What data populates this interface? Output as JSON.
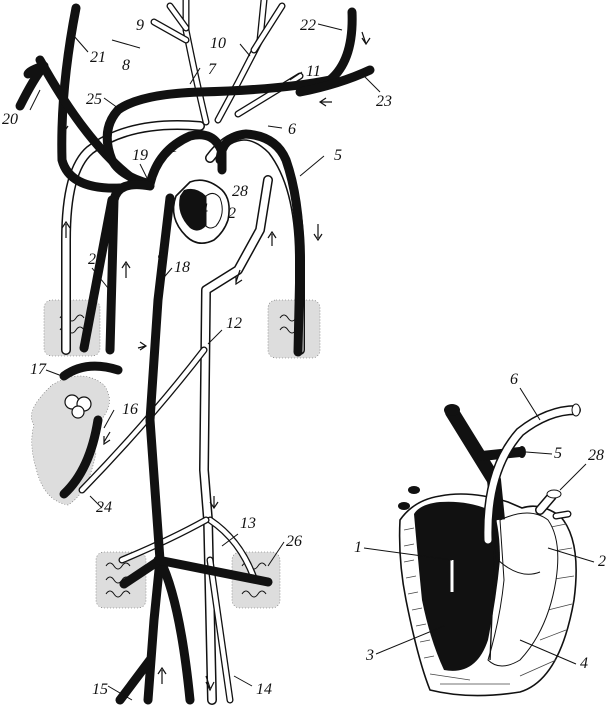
{
  "figure": {
    "labels": [
      {
        "id": "1",
        "text": "1"
      },
      {
        "id": "2",
        "text": "2"
      },
      {
        "id": "3",
        "text": "3"
      },
      {
        "id": "4",
        "text": "4"
      },
      {
        "id": "5",
        "text": "5"
      },
      {
        "id": "6",
        "text": "6"
      },
      {
        "id": "7",
        "text": "7"
      },
      {
        "id": "8",
        "text": "8"
      },
      {
        "id": "9",
        "text": "9"
      },
      {
        "id": "10",
        "text": "10"
      },
      {
        "id": "11",
        "text": "11"
      },
      {
        "id": "12",
        "text": "12"
      },
      {
        "id": "13",
        "text": "13"
      },
      {
        "id": "14",
        "text": "14"
      },
      {
        "id": "15",
        "text": "15"
      },
      {
        "id": "16",
        "text": "16"
      },
      {
        "id": "17",
        "text": "17"
      },
      {
        "id": "18",
        "text": "18"
      },
      {
        "id": "19",
        "text": "19"
      },
      {
        "id": "20",
        "text": "20"
      },
      {
        "id": "21",
        "text": "21"
      },
      {
        "id": "22",
        "text": "22"
      },
      {
        "id": "23",
        "text": "23"
      },
      {
        "id": "24",
        "text": "24"
      },
      {
        "id": "25",
        "text": "25"
      },
      {
        "id": "26",
        "text": "26"
      },
      {
        "id": "27",
        "text": "27"
      },
      {
        "id": "28",
        "text": "28"
      }
    ],
    "inset_labels": [
      {
        "id": "1",
        "text": "1"
      },
      {
        "id": "2",
        "text": "2"
      },
      {
        "id": "3",
        "text": "3"
      },
      {
        "id": "4",
        "text": "4"
      },
      {
        "id": "5",
        "text": "5"
      },
      {
        "id": "6",
        "text": "6"
      },
      {
        "id": "28",
        "text": "28"
      }
    ]
  }
}
